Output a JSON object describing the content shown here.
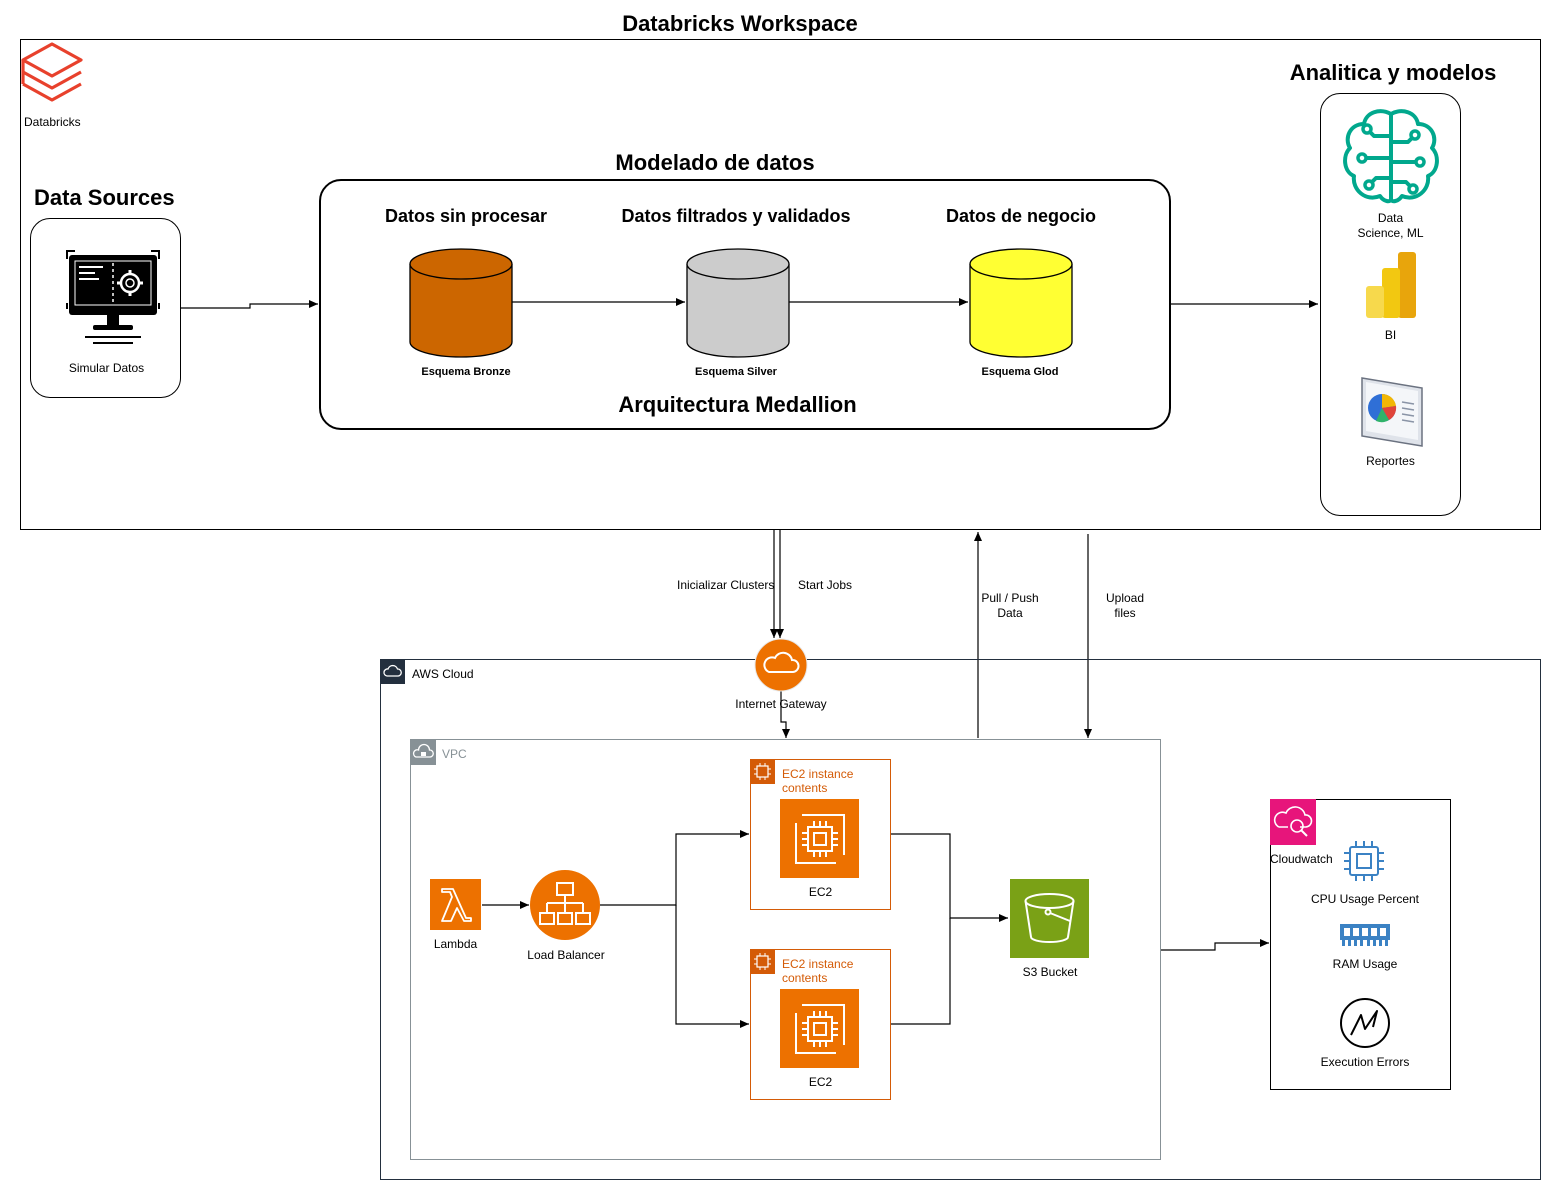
{
  "workspace": {
    "title": "Databricks Workspace",
    "logo_label": "Databricks"
  },
  "sources": {
    "title": "Data Sources",
    "item_label": "Simular Datos"
  },
  "medallion": {
    "top_title": "Modelado de datos",
    "bottom_title": "Arquitectura Medallion",
    "layers": [
      {
        "heading": "Datos sin procesar",
        "label": "Esquema Bronze",
        "color": "#cc6600"
      },
      {
        "heading": "Datos filtrados y validados",
        "label": "Esquema Silver",
        "color": "#cccccc"
      },
      {
        "heading": "Datos de negocio",
        "label": "Esquema Glod",
        "color": "#ffff33"
      }
    ]
  },
  "analytics": {
    "title": "Analitica y modelos",
    "items": [
      {
        "label_line1": "Data",
        "label_line2": "Science, ML",
        "icon": "brain-circuit-icon"
      },
      {
        "label": "BI",
        "icon": "power-bi-icon"
      },
      {
        "label": "Reportes",
        "icon": "pie-report-icon"
      }
    ]
  },
  "connections": {
    "init_clusters": "Inicializar Clusters",
    "start_jobs": "Start Jobs",
    "pull_push_1": "Pull / Push",
    "pull_push_2": "Data",
    "upload_1": "Upload",
    "upload_2": "files"
  },
  "aws": {
    "cloud_label": "AWS Cloud",
    "gateway_label": "Internet Gateway",
    "vpc_label": "VPC",
    "lambda_label": "Lambda",
    "lb_label": "Load Balancer",
    "ec2_groups": [
      {
        "title_1": "EC2 instance",
        "title_2": "contents",
        "label": "EC2"
      },
      {
        "title_1": "EC2 instance",
        "title_2": "contents",
        "label": "EC2"
      }
    ],
    "s3_label": "S3 Bucket",
    "accent": "#ed7100",
    "s3_color": "#7aa116",
    "cloudwatch_color": "#e7157b"
  },
  "cloudwatch": {
    "title": "Cloudwatch",
    "metrics": [
      {
        "label": "CPU Usage Percent",
        "icon": "cpu-chip-icon"
      },
      {
        "label": "RAM Usage",
        "icon": "ram-module-icon"
      },
      {
        "label": "Execution Errors",
        "icon": "error-spike-icon"
      }
    ]
  }
}
